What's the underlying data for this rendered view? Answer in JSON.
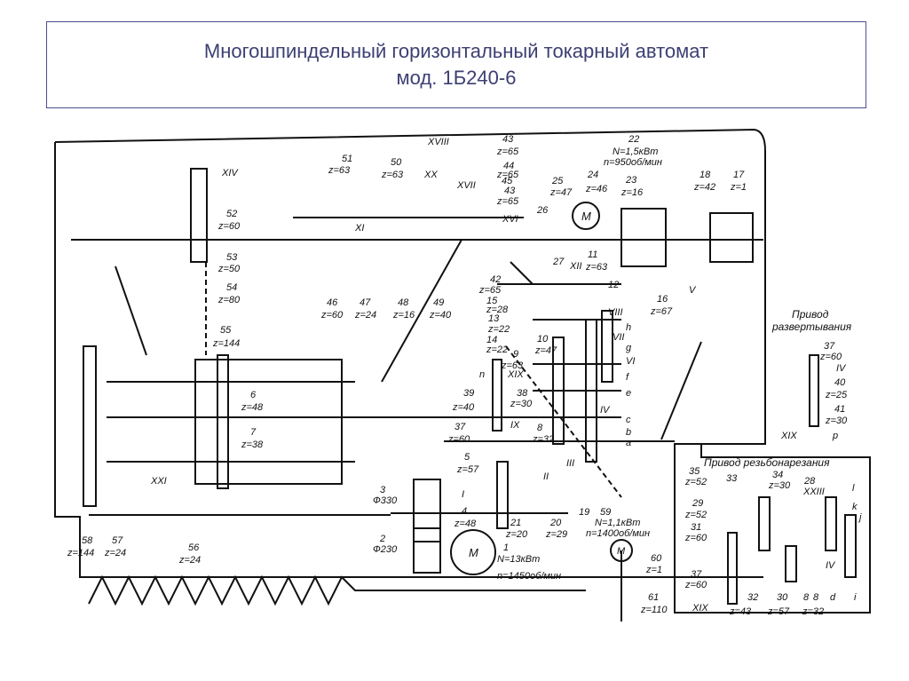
{
  "title": {
    "line1": "Многошпиндельный горизонтальный токарный автомат",
    "line2": "мод. 1Б240-6"
  },
  "labels": {
    "l_xviii": "XVIII",
    "l_43a": "43",
    "l_z65a": "z=65",
    "l_44": "44",
    "l_22": "22",
    "l_n15": "N=1,5кВт",
    "l_n950": "n=950об/мин",
    "l_xvii": "XVII",
    "l_45": "45",
    "l_z65b": "z=65",
    "l_43b": "43",
    "l_z65c": "z=65",
    "l_51": "51",
    "l_z63a": "z=63",
    "l_50": "50",
    "l_z63b": "z=63",
    "l_xx": "XX",
    "l_25": "25",
    "l_z47a": "z=47",
    "l_24": "24",
    "l_z46": "z=46",
    "l_23": "23",
    "l_z16a": "z=16",
    "l_18": "18",
    "l_z42": "z=42",
    "l_17": "17",
    "l_z1a": "z=1",
    "l_xiv": "XIV",
    "l_52": "52",
    "l_z60a": "z=60",
    "l_xvi": "XVI",
    "l_26": "26",
    "l_xi": "XI",
    "l_53": "53",
    "l_z50": "z=50",
    "l_54": "54",
    "l_z80": "z=80",
    "l_11": "11",
    "l_z63c": "z=63",
    "l_xii": "XII",
    "l_27": "27",
    "l_42": "42",
    "l_46": "46",
    "l_z60b": "z=60",
    "l_47": "47",
    "l_z24a": "z=24",
    "l_48": "48",
    "l_z16b": "z=16",
    "l_49": "49",
    "l_z40a": "z=40",
    "l_12": "12",
    "l_z65d": "z=65",
    "l_15": "15",
    "l_z28": "z=28",
    "l_16": "16",
    "l_z67": "z=67",
    "l_v": "V",
    "l_13": "13",
    "l_z22a": "z=22",
    "l_14": "14",
    "l_z22b": "z=22",
    "l_viii": "VIII",
    "l_vii": "VII",
    "l_h": "h",
    "l_g": "g",
    "l_vi": "VI",
    "l_f": "f",
    "l_55": "55",
    "l_z144a": "z=144",
    "l_10": "10",
    "l_z47b": "z=47",
    "l_9": "9",
    "l_z63d": "z=63",
    "l_xix_a": "XIX",
    "l_n_a": "n",
    "l_privod_razv1": "Привод",
    "l_privod_razv2": "развертывания",
    "l_37a": "37",
    "l_z60c": "z=60",
    "l_iv_a": "IV",
    "l_40": "40",
    "l_z25": "z=25",
    "l_41": "41",
    "l_z30a": "z=30",
    "l_xix_b": "XIX",
    "l_p": "p",
    "l_6": "6",
    "l_z48a": "z=48",
    "l_39": "39",
    "l_z40b": "z=40",
    "l_38": "38",
    "l_z30b": "z=30",
    "l_e": "e",
    "l_iv_b": "IV",
    "l_c": "c",
    "l_b": "b",
    "l_a": "a",
    "l_7": "7",
    "l_z38": "z=38",
    "l_37b": "37",
    "l_z60d": "z=60",
    "l_ix": "IX",
    "l_8": "8",
    "l_z32a": "z=32",
    "l_iii": "III",
    "l_xxi": "XXI",
    "l_5": "5",
    "l_z57a": "z=57",
    "l_ii": "II",
    "l_privod_rezb": "Привод резьбонарезания",
    "l_35": "35",
    "l_z52a": "z=52",
    "l_33": "33",
    "l_34": "34",
    "l_z30c": "z=30",
    "l_28": "28",
    "l_xxiii": "XXIII",
    "l_l": "l",
    "l_29": "29",
    "l_z52b": "z=52",
    "l_k": "k",
    "l_j": "j",
    "l_31": "31",
    "l_z60e": "z=60",
    "l_3": "3",
    "l_d330": "Ф330",
    "l_i": "I",
    "l_4": "4",
    "l_z48b": "z=48",
    "l_21": "21",
    "l_z20": "z=20",
    "l_20": "20",
    "l_z29": "z=29",
    "l_19": "19",
    "l_59": "59",
    "l_n11": "N=1,1кВт",
    "l_n1400": "n=1400об/мин",
    "l_58": "58",
    "l_z144b": "z=144",
    "l_57": "57",
    "l_z24b": "z=24",
    "l_56": "56",
    "l_z24c": "z=24",
    "l_2": "2",
    "l_d230": "Ф230",
    "l_m1": "M",
    "l_1": "1",
    "l_n13": "N=13кВт",
    "l_n1450": "n=1450об/мин",
    "l_m2": "M",
    "l_m3": "M",
    "l_60": "60",
    "l_z1b": "z=1",
    "l_61": "61",
    "l_z110": "z=110",
    "l_iv_c": "IV",
    "l_37c": "37",
    "l_z60f": "z=60",
    "l_32": "32",
    "l_z43": "z=43",
    "l_30": "30",
    "l_8b": "8",
    "l_z57b": "z=57",
    "l_8c": "8",
    "l_z32b": "z=32",
    "l_d": "d",
    "l_i_small": "i",
    "l_xix_c": "XIX"
  }
}
